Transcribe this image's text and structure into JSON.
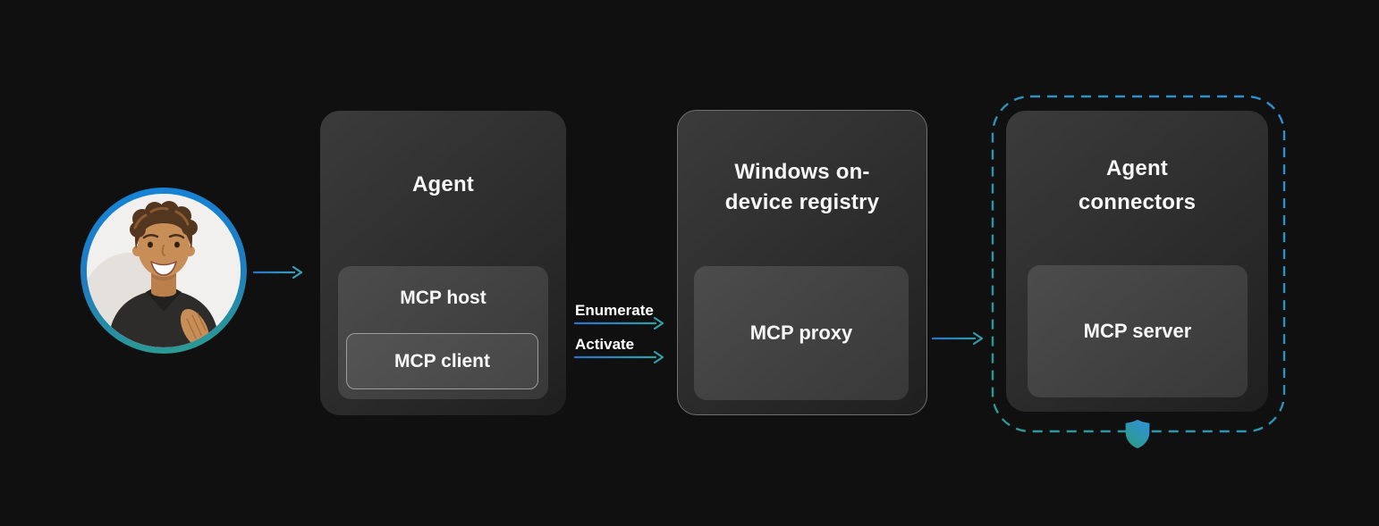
{
  "diagram": {
    "background": "#101010",
    "text_color": "#f7f7f7"
  },
  "avatar": {
    "description": "Smiling person with short curly hair wearing a dark collared shirt",
    "ring_top_color": "#1583d6",
    "ring_bottom_color": "#2b9c92"
  },
  "nodes": {
    "agent": {
      "title": "Agent",
      "host_label": "MCP host",
      "client_label": "MCP client"
    },
    "registry": {
      "title": "Windows on-device registry",
      "proxy_label": "MCP proxy"
    },
    "connectors": {
      "title": "Agent connectors",
      "server_label": "MCP server"
    }
  },
  "flows": {
    "enumerate": {
      "label": "Enumerate"
    },
    "activate": {
      "label": "Activate"
    }
  },
  "icons": {
    "shield": "security-shield-icon"
  },
  "colors": {
    "arrow_start": "#2a72c8",
    "arrow_end": "#2fa3a5",
    "boundary_teal": "#2e9894",
    "boundary_blue": "#2e8fd6",
    "registry_border": "#6f6f6f",
    "client_border": "#9d9d9d",
    "shield_teal": "#2e9a84",
    "shield_blue": "#2f93d8"
  }
}
